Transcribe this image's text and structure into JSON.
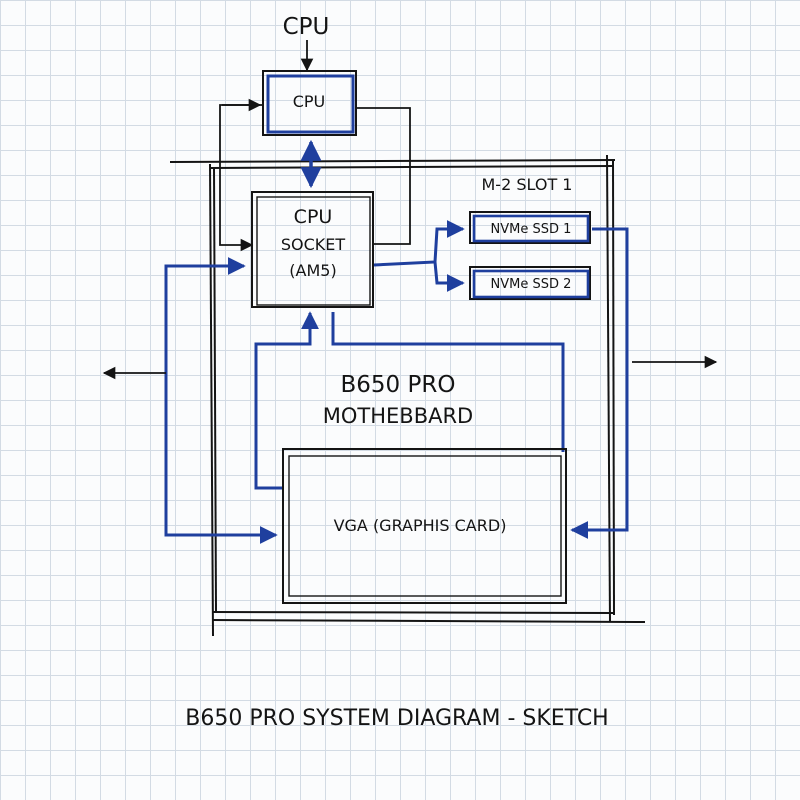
{
  "labels": {
    "cpu_top": "CPU",
    "cpu_box": "CPU",
    "socket_line1": "CPU",
    "socket_line2": "SOCKET",
    "socket_line3": "(AM5)",
    "m2_slot": "M-2 SLOT 1",
    "nvme1": "NVMe SSD 1",
    "nvme2": "NVMe SSD 2",
    "board_line1": "B650 PRO",
    "board_line2": "MOTHEBBARD",
    "vga": "VGA (GRAPHIS CARD)",
    "caption": "B650 PRO SYSTEM DIAGRAM - SKETCH"
  },
  "colors": {
    "ink": "#141414",
    "blue": "#1f3f9e",
    "grid": "#d3dbe4",
    "paper": "#fbfcfd"
  }
}
